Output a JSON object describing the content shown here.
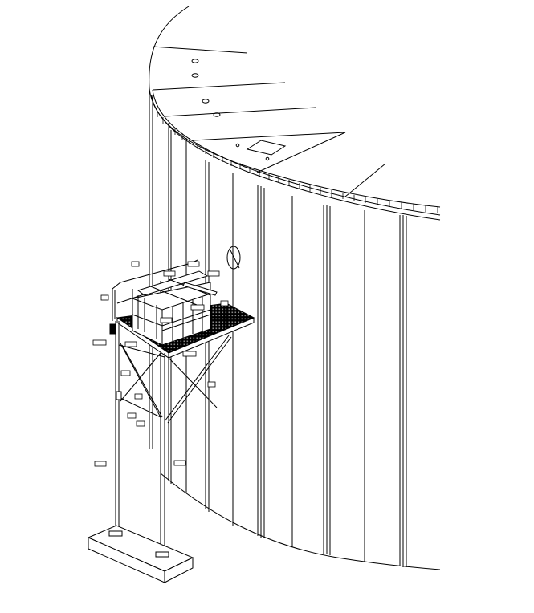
{
  "drawing": {
    "subject": "",
    "line_color": "#000000",
    "background": "#ffffff"
  },
  "callouts": [
    {
      "id": "c1",
      "label": ""
    },
    {
      "id": "c2",
      "label": ""
    },
    {
      "id": "c3",
      "label": ""
    },
    {
      "id": "c4",
      "label": ""
    },
    {
      "id": "c5",
      "label": ""
    },
    {
      "id": "c6",
      "label": ""
    },
    {
      "id": "c7",
      "label": ""
    },
    {
      "id": "c8",
      "label": ""
    },
    {
      "id": "c9",
      "label": ""
    },
    {
      "id": "c10",
      "label": ""
    },
    {
      "id": "c11",
      "label": ""
    },
    {
      "id": "c12",
      "label": ""
    },
    {
      "id": "c13",
      "label": ""
    },
    {
      "id": "c14",
      "label": ""
    },
    {
      "id": "c15",
      "label": ""
    },
    {
      "id": "c16",
      "label": ""
    },
    {
      "id": "c17",
      "label": ""
    },
    {
      "id": "c18",
      "label": ""
    }
  ]
}
